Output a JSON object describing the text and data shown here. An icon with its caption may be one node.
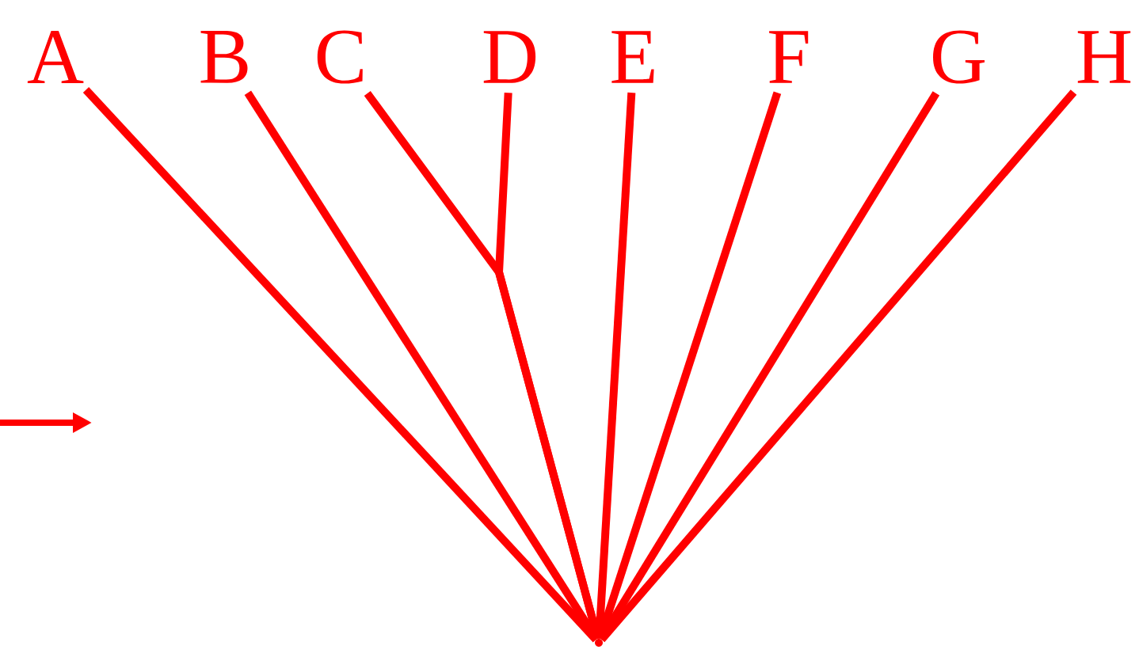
{
  "diagram": {
    "nodes": [
      {
        "text": [
          "A"
        ]
      },
      {
        "text": [
          "B"
        ]
      },
      {
        "text": [
          "C"
        ]
      },
      {
        "text": [
          "D"
        ]
      },
      {
        "text": [
          "E"
        ]
      },
      {
        "text": [
          "F"
        ]
      },
      {
        "text": [
          "G"
        ]
      },
      {
        "text": [
          "H"
        ]
      },
      {
        "text": [],
        "shape": "point"
      }
    ],
    "edges": [
      {
        "from": 0,
        "to": 8,
        "arrow": "none"
      },
      {
        "from": 1,
        "to": 8,
        "arrow": "none"
      },
      {
        "from": 2,
        "to": 8,
        "arrow": "none"
      },
      {
        "from": 3,
        "to": 8,
        "arrow": "none"
      },
      {
        "from": 4,
        "to": 8,
        "arrow": "none"
      },
      {
        "from": 5,
        "to": 8,
        "arrow": "none"
      },
      {
        "from": 6,
        "to": 8,
        "arrow": "none"
      },
      {
        "from": 7,
        "to": 8,
        "arrow": "none"
      }
    ]
  }
}
